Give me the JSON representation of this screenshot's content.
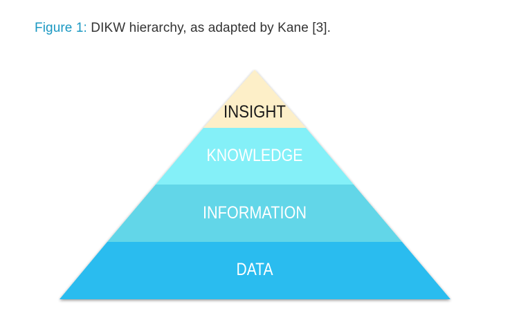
{
  "caption": {
    "label": "Figure 1:",
    "text": " DIKW hierarchy, as adapted by Kane [3]."
  },
  "pyramid": {
    "tiers": [
      {
        "label": "INSIGHT",
        "fill": "#fdefc8",
        "text_color": "#1a1a1a"
      },
      {
        "label": "KNOWLEDGE",
        "fill": "#84f0f8",
        "text_color": "#ffffff"
      },
      {
        "label": "INFORMATION",
        "fill": "#62d6e8",
        "text_color": "#ffffff"
      },
      {
        "label": "DATA",
        "fill": "#2cbcef",
        "text_color": "#ffffff"
      }
    ]
  }
}
